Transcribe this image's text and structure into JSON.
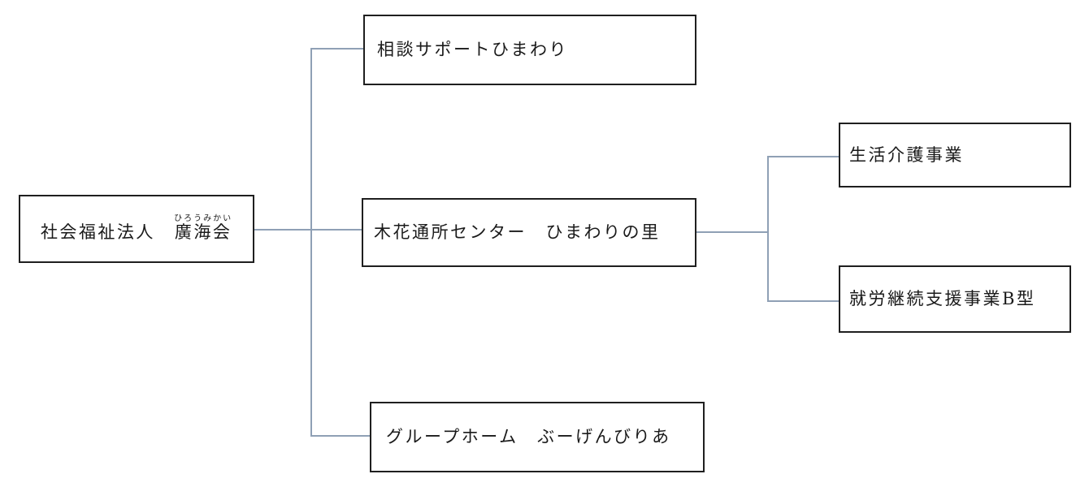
{
  "organization_chart": {
    "title_hint": "corporate structure diagram",
    "root": {
      "label_prefix": "社会福祉法人　",
      "label_main": "廣海会",
      "furigana": "ひろうみかい"
    },
    "level1": [
      {
        "label": "相談サポートひまわり"
      },
      {
        "label": "木花通所センター　ひまわりの里"
      },
      {
        "label": "グループホーム　ぶーげんびりあ"
      }
    ],
    "level2": [
      {
        "label": "生活介護事業",
        "parent": "木花通所センター　ひまわりの里"
      },
      {
        "label": "就労継続支援事業B型",
        "parent": "木花通所センター　ひまわりの里"
      }
    ],
    "colors": {
      "connector": "#8fa0b5",
      "border": "#1f1f1f",
      "text": "#1a1a1a",
      "background": "#ffffff"
    }
  }
}
